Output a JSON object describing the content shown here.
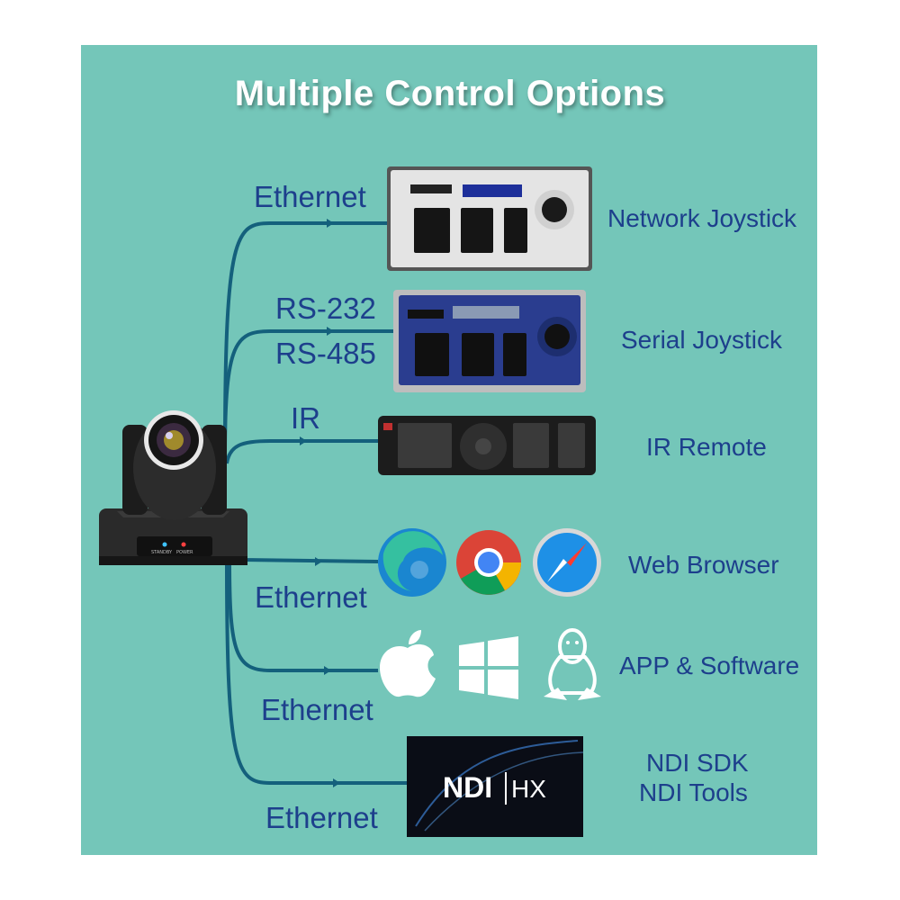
{
  "title": "Multiple Control Options",
  "colors": {
    "background": "#74c6b9",
    "title": "#ffffff",
    "labels": "#1d3f8c",
    "lines": "#14607c"
  },
  "connections": [
    {
      "link": "Ethernet",
      "device": "Network Joystick"
    },
    {
      "link": "RS-232",
      "link2": "RS-485",
      "device": "Serial Joystick"
    },
    {
      "link": "IR",
      "device": "IR Remote"
    },
    {
      "link": "Ethernet",
      "device": "Web Browser"
    },
    {
      "link": "Ethernet",
      "device": "APP & Software"
    },
    {
      "link": "Ethernet",
      "device": "NDI SDK",
      "device2": "NDI Tools"
    }
  ],
  "camera": {
    "led_left": "STANDBY",
    "led_right": "POWER"
  },
  "ndi_logo": {
    "text": "NDI",
    "suffix": "HX"
  },
  "icons": [
    "edge-icon",
    "chrome-icon",
    "safari-icon",
    "apple-icon",
    "windows-icon",
    "linux-icon"
  ]
}
